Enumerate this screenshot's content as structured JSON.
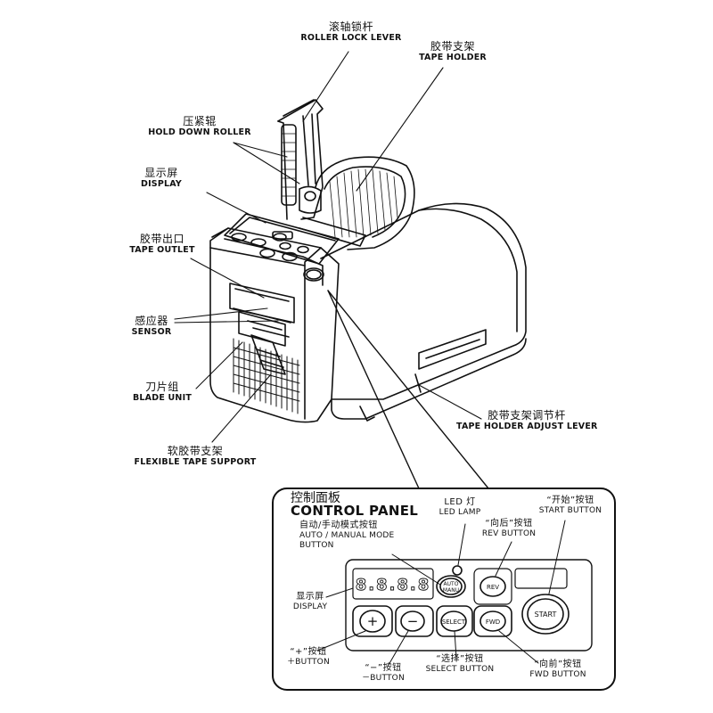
{
  "labels": {
    "roller_lock_lever": {
      "zh": "滚轴锁杆",
      "en": "ROLLER LOCK LEVER"
    },
    "tape_holder": {
      "zh": "胶带支架",
      "en": "TAPE HOLDER"
    },
    "hold_down_roller": {
      "zh": "压紧辊",
      "en": "HOLD DOWN ROLLER"
    },
    "display": {
      "zh": "显示屏",
      "en": "DISPLAY"
    },
    "tape_outlet": {
      "zh": "胶带出口",
      "en": "TAPE OUTLET"
    },
    "sensor": {
      "zh": "感应器",
      "en": "SENSOR"
    },
    "blade_unit": {
      "zh": "刀片组",
      "en": "BLADE UNIT"
    },
    "flexible_tape_support": {
      "zh": "软胶带支架",
      "en": "FLEXIBLE TAPE SUPPORT"
    },
    "tape_holder_adjust_lever": {
      "zh": "胶带支架调节杆",
      "en": "TAPE HOLDER ADJUST LEVER"
    }
  },
  "control_panel": {
    "title_zh": "控制面板",
    "title_en": "CONTROL PANEL",
    "led_lamp": {
      "zh": "LED 灯",
      "en": "LED LAMP"
    },
    "auto_manual": {
      "zh": "自动/手动模式按钮",
      "en": "AUTO / MANUAL MODE",
      "en2": "BUTTON"
    },
    "rev_button": {
      "zh": "“向后”按钮",
      "en": "REV BUTTON"
    },
    "start_button": {
      "zh": "“开始”按钮",
      "en": "START BUTTON"
    },
    "display": {
      "zh": "显示屏",
      "en": "DISPLAY"
    },
    "plus_button": {
      "zh": "“+”按钮",
      "en": "＋BUTTON"
    },
    "minus_button": {
      "zh": "“−”按钮",
      "en": "－BUTTON"
    },
    "select_button": {
      "zh": "“选择”按钮",
      "en": "SELECT BUTTON"
    },
    "fwd_button": {
      "zh": "“向前”按钮",
      "en": "FWD BUTTON"
    },
    "keys": {
      "auto": "AUTO",
      "manu": "MANU",
      "rev": "REV",
      "start": "START",
      "plus": "+",
      "minus": "−",
      "select": "SELECT",
      "fwd": "FWD"
    },
    "readout": "8.8.8.8"
  }
}
